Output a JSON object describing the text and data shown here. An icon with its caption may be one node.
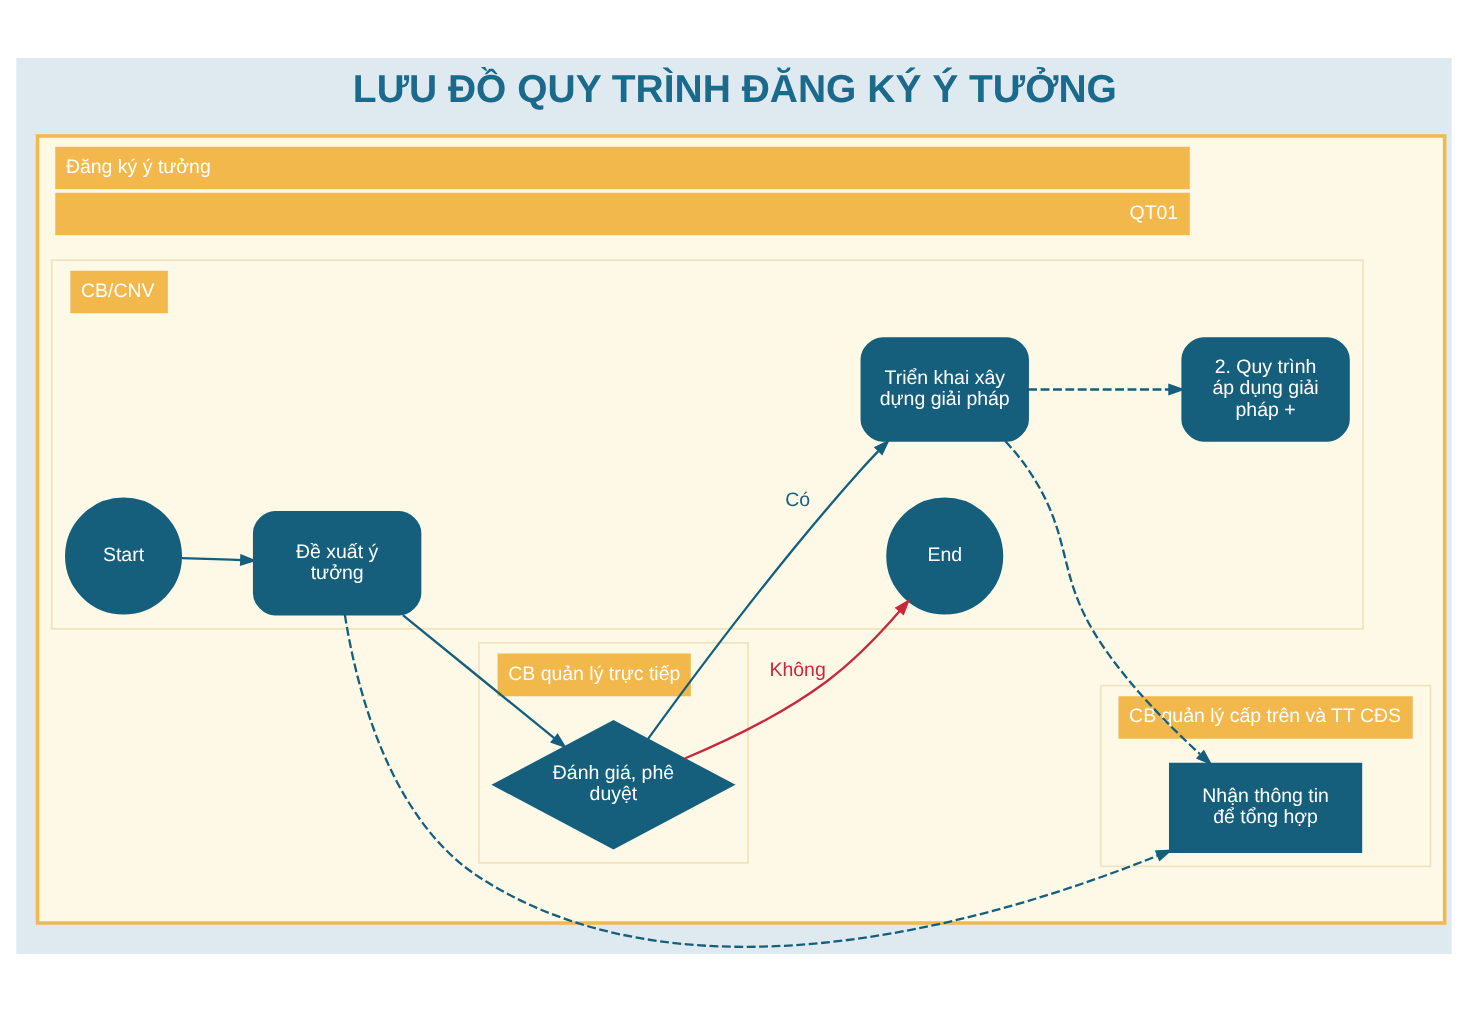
{
  "diagram": {
    "title": "LƯU ĐỒ QUY TRÌNH ĐĂNG KÝ Ý TƯỞNG",
    "nodes": [
      {
        "text": [
          "Đăng ký ý tưởng",
          "QT01"
        ]
      },
      {
        "text": [
          "CB/CNV"
        ],
        "in": 0
      },
      {
        "text": [
          "Start"
        ],
        "in": 1
      },
      {
        "text": [
          "Đề xuất ý tưởng"
        ],
        "in": 1
      },
      {
        "text": [
          "End"
        ],
        "in": 1
      },
      {
        "text": [
          "Triển khai xây dựng giải pháp"
        ],
        "in": 1
      },
      {
        "text": [
          "2. Quy trình áp dụng giải pháp +"
        ],
        "in": 1
      },
      {
        "text": [
          "CB quản lý trực tiếp"
        ],
        "in": 0
      },
      {
        "text": [
          "Đánh giá, phê duyệt"
        ],
        "in": 7
      },
      {
        "text": [
          "CB quản lý cấp trên và TT CĐS"
        ],
        "in": 0
      },
      {
        "text": [
          "Nhận thông tin để tổng hợp"
        ],
        "in": 9
      }
    ],
    "edges": [
      {
        "from": 2,
        "to": 3,
        "arrow": "to"
      },
      {
        "from": 3,
        "to": 8,
        "arrow": "to"
      },
      {
        "from": 8,
        "to": 4,
        "arrow": "to",
        "label": "Không",
        "color": "#c8283a"
      },
      {
        "from": 8,
        "to": 5,
        "arrow": "to",
        "label": "Có"
      },
      {
        "from": 5,
        "to": 6,
        "arrow": "to",
        "style": "dashed"
      },
      {
        "from": 3,
        "to": 10,
        "arrow": "to",
        "style": "dashed"
      },
      {
        "from": 5,
        "to": 10,
        "arrow": "to",
        "style": "dashed"
      }
    ]
  }
}
